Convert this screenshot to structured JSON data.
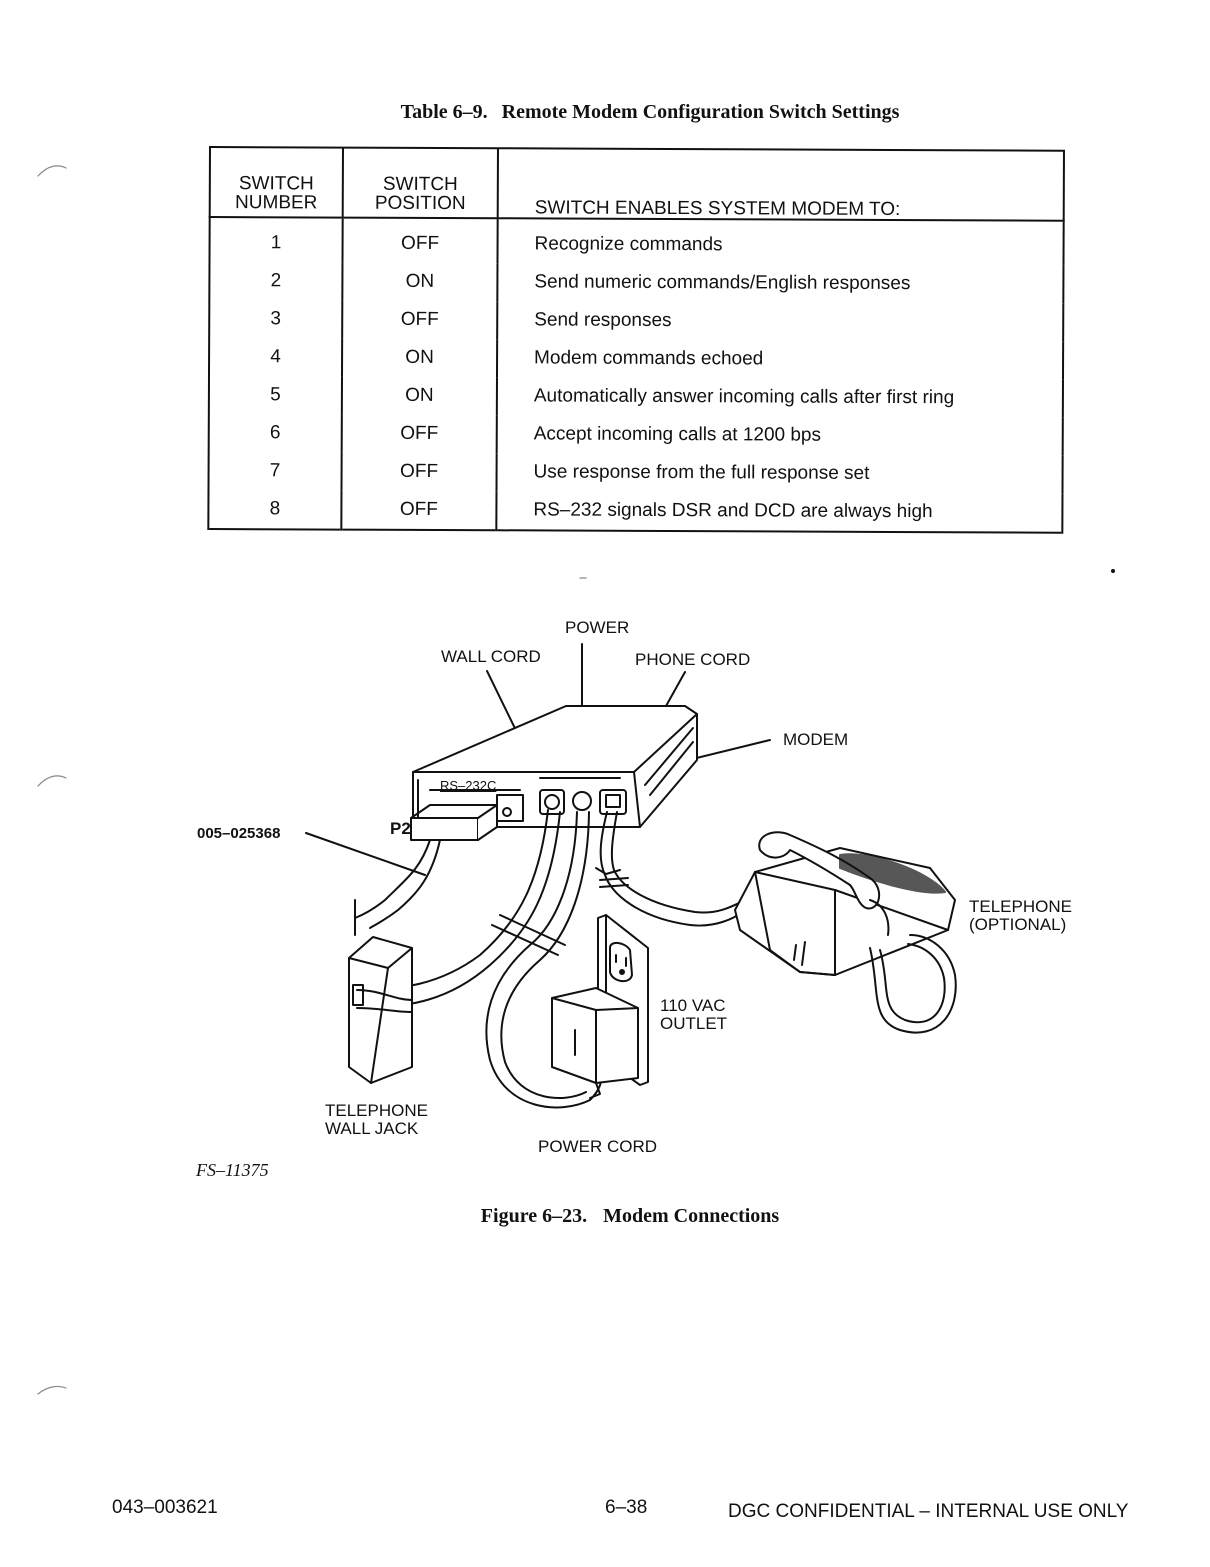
{
  "table": {
    "number": "Table 6–9.",
    "title": "Remote Modem Configuration Switch Settings",
    "headers": [
      "SWITCH NUMBER",
      "SWITCH POSITION",
      "SWITCH ENABLES SYSTEM MODEM TO:"
    ],
    "header_lines": [
      [
        "SWITCH",
        "NUMBER"
      ],
      [
        "SWITCH",
        "POSITION"
      ],
      [
        "SWITCH ENABLES SYSTEM MODEM TO:"
      ]
    ],
    "rows": [
      [
        "1",
        "OFF",
        "Recognize commands"
      ],
      [
        "2",
        "ON",
        "Send numeric commands/English responses"
      ],
      [
        "3",
        "OFF",
        "Send responses"
      ],
      [
        "4",
        "ON",
        "Modem commands echoed"
      ],
      [
        "5",
        "ON",
        "Automatically answer incoming calls after first ring"
      ],
      [
        "6",
        "OFF",
        "Accept incoming calls at 1200 bps"
      ],
      [
        "7",
        "OFF",
        "Use response from the full response set"
      ],
      [
        "8",
        "OFF",
        "RS–232 signals DSR and DCD are always high"
      ]
    ]
  },
  "figure": {
    "labels": {
      "power": "POWER",
      "wall_cord": "WALL CORD",
      "phone_cord": "PHONE CORD",
      "modem": "MODEM",
      "rs232c": "RS–232C",
      "p2": "P2",
      "cable_part": "005–025368",
      "telephone_line1": "TELEPHONE",
      "telephone_line2": "(OPTIONAL)",
      "outlet_line1": "110 VAC",
      "outlet_line2": "OUTLET",
      "wall_jack_line1": "TELEPHONE",
      "wall_jack_line2": "WALL JACK",
      "power_cord": "POWER CORD"
    },
    "code": "FS–11375",
    "number": "Figure 6–23.",
    "caption": "Modem Connections"
  },
  "footer": {
    "doc_number": "043–003621",
    "page": "6–38",
    "confidential": "DGC CONFIDENTIAL – INTERNAL USE ONLY"
  }
}
